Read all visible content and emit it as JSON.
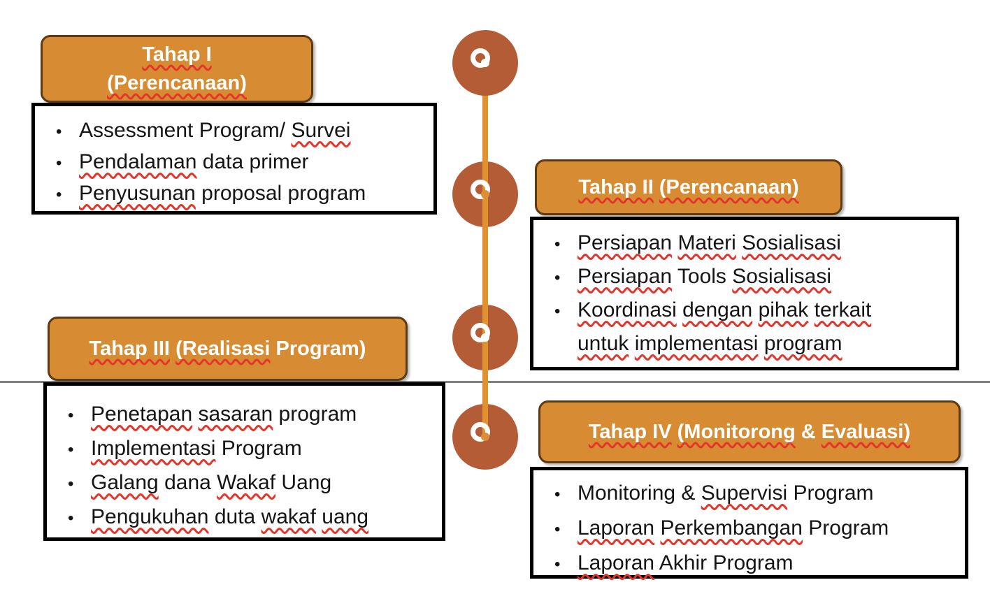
{
  "colors": {
    "header_fill": "#D78C34",
    "header_border": "#5E3A12",
    "node_fill": "#B45C35",
    "connector": "#E0922F",
    "divider": "#7F7F7F",
    "squiggle": "#E5352B",
    "text": "#151515",
    "header_text": "#FFFFFF",
    "box_border": "#000000",
    "box_fill": "#FFFFFF"
  },
  "timeline": {
    "icon": "bullseye-icon",
    "node_count": 4,
    "node_dot_colors": [
      "#FFFFFF",
      "#DB9038",
      "#FFFFFF",
      "#DB9038"
    ]
  },
  "bullet_char": "•",
  "stages": [
    {
      "title": "Tahap I (Perencanaan)",
      "header_lines": [
        [
          {
            "t": "Tahap I",
            "sp": true
          }
        ],
        [
          {
            "t": "(Perencanaan)",
            "sp": true
          }
        ]
      ],
      "items": [
        {
          "bullet": true,
          "segments": [
            {
              "t": "Assessment Program/ ",
              "sp": false
            },
            {
              "t": "Survei",
              "sp": true
            }
          ]
        },
        {
          "bullet": true,
          "segments": [
            {
              "t": "Pendalaman",
              "sp": true
            },
            {
              "t": " data primer",
              "sp": false
            }
          ]
        },
        {
          "bullet": true,
          "segments": [
            {
              "t": "Penyusunan",
              "sp": true
            },
            {
              "t": " proposal program",
              "sp": false
            }
          ]
        }
      ]
    },
    {
      "title": "Tahap II (Perencanaan)",
      "header_lines": [
        [
          {
            "t": "Tahap II",
            "sp": true
          },
          {
            "t": " ",
            "sp": false
          },
          {
            "t": "(Perencanaan)",
            "sp": true
          }
        ]
      ],
      "items": [
        {
          "bullet": true,
          "segments": [
            {
              "t": "Persiapan",
              "sp": true
            },
            {
              "t": " ",
              "sp": false
            },
            {
              "t": "Materi",
              "sp": true
            },
            {
              "t": " ",
              "sp": false
            },
            {
              "t": "Sosialisasi",
              "sp": true
            }
          ]
        },
        {
          "bullet": true,
          "segments": [
            {
              "t": "Persiapan",
              "sp": true
            },
            {
              "t": " Tools ",
              "sp": false
            },
            {
              "t": "Sosialisasi",
              "sp": true
            }
          ]
        },
        {
          "bullet": true,
          "segments": [
            {
              "t": "Koordinasi",
              "sp": true
            },
            {
              "t": " ",
              "sp": false
            },
            {
              "t": "dengan",
              "sp": true
            },
            {
              "t": " ",
              "sp": false
            },
            {
              "t": "pihak",
              "sp": true
            },
            {
              "t": " ",
              "sp": false
            },
            {
              "t": "terkait",
              "sp": true
            }
          ]
        },
        {
          "bullet": false,
          "segments": [
            {
              "t": "untuk",
              "sp": true
            },
            {
              "t": " ",
              "sp": false
            },
            {
              "t": "implementasi",
              "sp": true
            },
            {
              "t": " ",
              "sp": false
            },
            {
              "t": "program",
              "sp": true
            }
          ]
        }
      ]
    },
    {
      "title": "Tahap III (Realisasi Program)",
      "header_lines": [
        [
          {
            "t": "Tahap III",
            "sp": true
          },
          {
            "t": " ",
            "sp": false
          },
          {
            "t": "(Realisasi",
            "sp": true
          },
          {
            "t": " Program)",
            "sp": false
          }
        ]
      ],
      "items": [
        {
          "bullet": true,
          "segments": [
            {
              "t": "Penetapan",
              "sp": true
            },
            {
              "t": " ",
              "sp": false
            },
            {
              "t": "sasaran",
              "sp": true
            },
            {
              "t": " program",
              "sp": false
            }
          ]
        },
        {
          "bullet": true,
          "segments": [
            {
              "t": "Implementasi",
              "sp": true
            },
            {
              "t": " Program",
              "sp": false
            }
          ]
        },
        {
          "bullet": true,
          "segments": [
            {
              "t": "Galang",
              "sp": true
            },
            {
              "t": " dana ",
              "sp": false
            },
            {
              "t": "Wakaf",
              "sp": true
            },
            {
              "t": " Uang",
              "sp": false
            }
          ]
        },
        {
          "bullet": true,
          "segments": [
            {
              "t": "Pengukuhan",
              "sp": true
            },
            {
              "t": " duta ",
              "sp": false
            },
            {
              "t": "wakaf",
              "sp": true
            },
            {
              "t": " ",
              "sp": false
            },
            {
              "t": "uang",
              "sp": true
            }
          ]
        }
      ]
    },
    {
      "title": "Tahap IV (Monitorong & Evaluasi)",
      "header_lines": [
        [
          {
            "t": "Tahap IV",
            "sp": true
          },
          {
            "t": " ",
            "sp": false
          },
          {
            "t": "(Monitorong",
            "sp": true
          },
          {
            "t": " & ",
            "sp": false
          },
          {
            "t": "Evaluasi)",
            "sp": true
          }
        ]
      ],
      "items": [
        {
          "bullet": true,
          "segments": [
            {
              "t": "Monitoring & ",
              "sp": false
            },
            {
              "t": "Supervisi",
              "sp": true
            },
            {
              "t": " Program",
              "sp": false
            }
          ]
        },
        {
          "bullet": true,
          "segments": [
            {
              "t": "Laporan",
              "sp": true
            },
            {
              "t": " ",
              "sp": false
            },
            {
              "t": "Perkembangan",
              "sp": true
            },
            {
              "t": " Program",
              "sp": false
            }
          ]
        },
        {
          "bullet": true,
          "segments": [
            {
              "t": "Laporan",
              "sp": true
            },
            {
              "t": " Akhir Program",
              "sp": false
            }
          ]
        }
      ]
    }
  ]
}
